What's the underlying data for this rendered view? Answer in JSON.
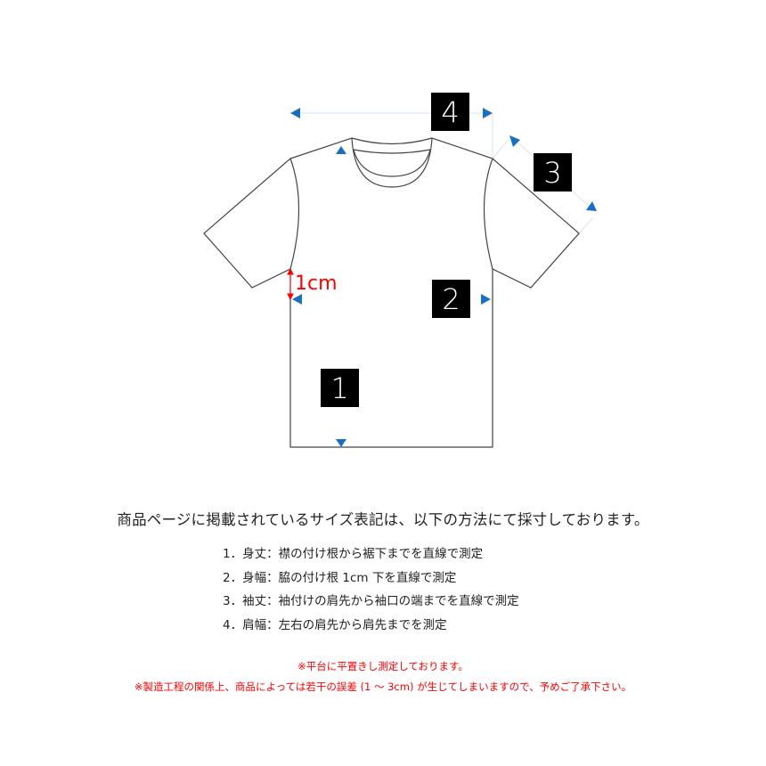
{
  "diagram": {
    "subject": "t-shirt",
    "labels": {
      "one": "1",
      "two": "2",
      "three": "3",
      "four": "4",
      "offset": "1cm"
    },
    "colors": {
      "outline": "#444444",
      "guide_line": "#d6e4f2",
      "arrow": "#1a6fc1",
      "offset_marker": "#ff0000",
      "label_bg": "#000000",
      "label_text": "#ffffff"
    }
  },
  "text": {
    "intro": "商品ページに掲載されているサイズ表記は、以下の方法にて採寸しております。",
    "steps": [
      "1．身丈：襟の付け根から裾下までを直線で測定",
      "2．身幅：脇の付け根 1cm 下を直線で測定",
      "3．袖丈：袖付けの肩先から袖口の端までを直線で測定",
      "4．肩幅：左右の肩先から肩先までを測定"
    ],
    "notes": [
      "※平台に平置きし測定しております。",
      "※製造工程の関係上、商品によっては若干の誤差 (1 ～ 3cm) が生じてしまいますので、予めご了承下さい。"
    ]
  }
}
